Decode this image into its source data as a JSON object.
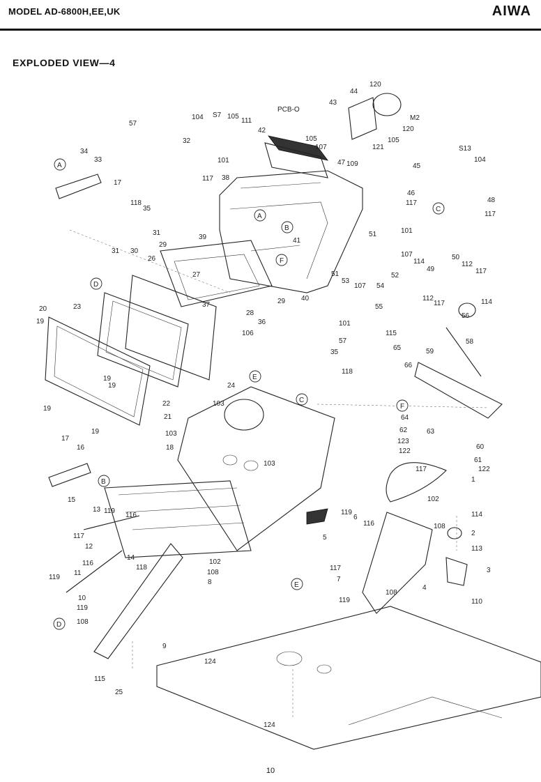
{
  "header": {
    "model": "MODEL AD-6800H,EE,UK",
    "brand": "AIWA"
  },
  "title": "EXPLODED VIEW—4",
  "page_number": "10",
  "diagram": {
    "part_labels": [
      "1",
      "2",
      "3",
      "4",
      "5",
      "6",
      "7",
      "8",
      "9",
      "10",
      "11",
      "12",
      "13",
      "14",
      "15",
      "16",
      "17",
      "18",
      "19",
      "20",
      "21",
      "22",
      "23",
      "24",
      "25",
      "26",
      "27",
      "28",
      "29",
      "30",
      "31",
      "32",
      "33",
      "34",
      "35",
      "36",
      "37",
      "38",
      "39",
      "40",
      "41",
      "42",
      "43",
      "44",
      "45",
      "46",
      "47",
      "48",
      "49",
      "50",
      "51",
      "52",
      "53",
      "54",
      "55",
      "56",
      "57",
      "58",
      "59",
      "60",
      "61",
      "62",
      "63",
      "64",
      "65",
      "66",
      "101",
      "102",
      "103",
      "104",
      "105",
      "106",
      "107",
      "108",
      "109",
      "110",
      "111",
      "112",
      "113",
      "114",
      "115",
      "116",
      "117",
      "118",
      "119",
      "120",
      "121",
      "122",
      "123",
      "124",
      "M2",
      "S7",
      "S13",
      "PCB-O"
    ],
    "reference_markers": [
      "A",
      "B",
      "C",
      "D",
      "E",
      "F"
    ]
  }
}
